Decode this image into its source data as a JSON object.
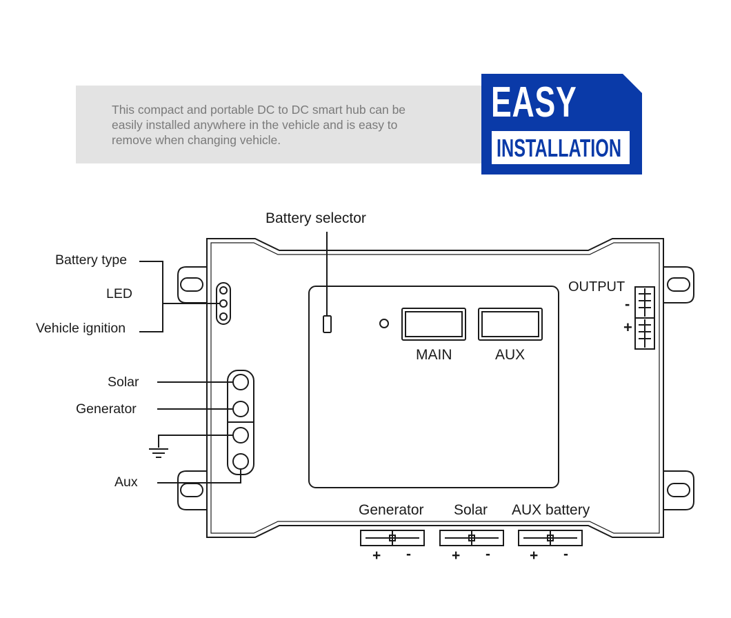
{
  "description": {
    "text": "This compact and portable DC to DC smart hub can be\neasily installed anywhere in the vehicle and is easy to\nremove when changing vehicle."
  },
  "badge": {
    "title": "EASY",
    "subtitle": "INSTALLATION",
    "background_color": "#0a3aa8",
    "text_color": "#ffffff"
  },
  "diagram": {
    "labels": {
      "battery_selector": "Battery selector",
      "battery_type": "Battery type",
      "led": "LED",
      "vehicle_ignition": "Vehicle ignition",
      "solar": "Solar",
      "generator": "Generator",
      "aux": "Aux",
      "main": "MAIN",
      "aux_upper": "AUX",
      "output": "OUTPUT",
      "output_minus": "-",
      "output_plus": "+",
      "bottom_generator": "Generator",
      "bottom_solar": "Solar",
      "bottom_aux_battery": "AUX battery",
      "plus": "+",
      "minus": "-"
    },
    "ground_icon": "ground-symbol-icon"
  }
}
